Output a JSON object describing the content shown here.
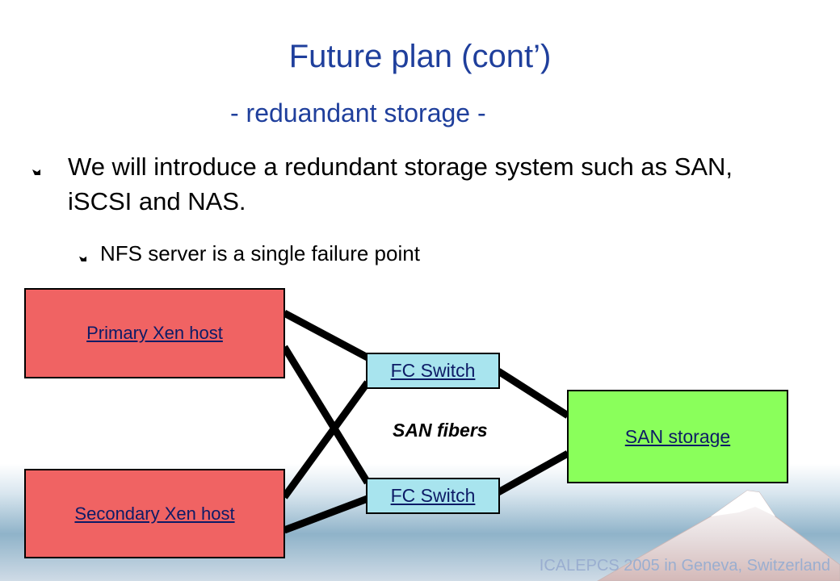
{
  "slide": {
    "title": "Future plan (cont’)",
    "subtitle": "- reduandant storage -",
    "bullets": [
      "We will introduce a redundant storage system such as SAN, iSCSI and NAS.",
      "NFS server is a single failure point"
    ],
    "footer": "ICALEPCS 2005 in Geneva, Switzerland"
  },
  "diagram": {
    "primary_host": "Primary Xen host",
    "secondary_host": "Secondary Xen host",
    "switch_top": "FC Switch",
    "switch_bottom": "FC Switch",
    "storage": "SAN storage",
    "link_label": "SAN fibers"
  },
  "colors": {
    "title": "#1f3f9c",
    "host_fill": "#f06363",
    "switch_fill": "#a8e4ee",
    "storage_fill": "#8aff5b"
  }
}
